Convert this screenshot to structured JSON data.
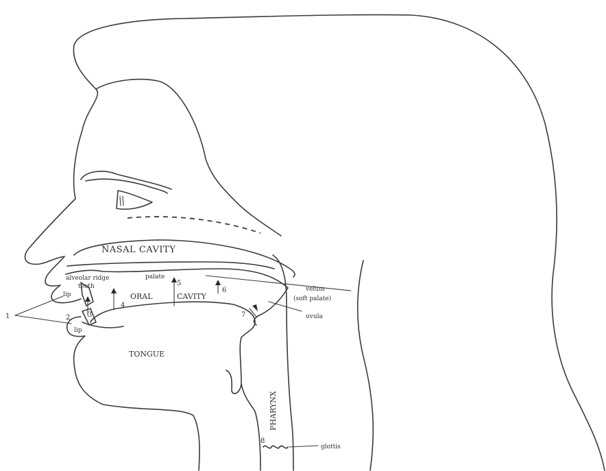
{
  "diagram": {
    "regions": {
      "nasal_cavity": "NASAL CAVITY",
      "oral": "ORAL",
      "cavity": "CAVITY",
      "tongue": "TONGUE",
      "pharynx": "PHARYNX"
    },
    "structures": {
      "lip_upper": "lip",
      "lip_lower": "lip",
      "alveolar_ridge": "alveolar ridge",
      "palate": "palate",
      "teeth": "teeth",
      "velum": "velum",
      "velum_alt": "(soft palate)",
      "uvula": "uvula",
      "glottis": "glottis"
    },
    "numbers": {
      "n1": "1",
      "n2": "2",
      "n3": "3",
      "n4": "4",
      "n5": "5",
      "n6": "6",
      "n7": "7",
      "n8": "8"
    }
  }
}
